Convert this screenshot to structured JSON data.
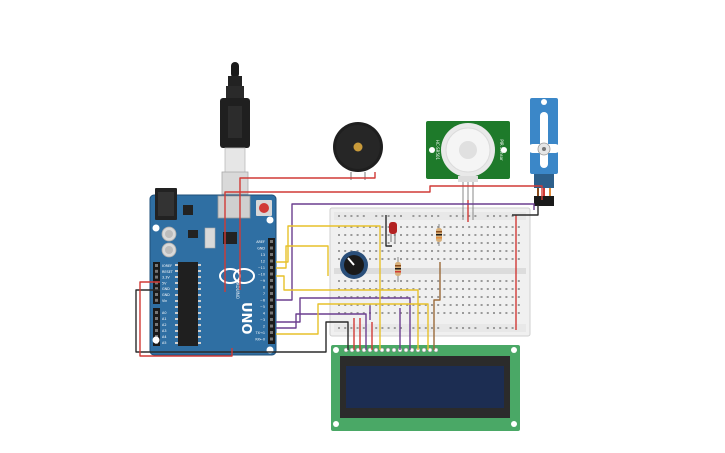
{
  "board": {
    "logo": "UNO",
    "brand": "ARDUINO",
    "top_pins": [
      "AREF",
      "GND",
      "13",
      "12",
      "~11",
      "~10",
      "~9",
      "8",
      "7",
      "~6",
      "~5",
      "4",
      "~3",
      "2",
      "TX→1",
      "RX←0"
    ],
    "power_pins": [
      "IOREF",
      "RESET",
      "3.3V",
      "5V",
      "GND",
      "GND",
      "Vin"
    ],
    "analog_pins": [
      "A0",
      "A1",
      "A2",
      "A3",
      "A4",
      "A5"
    ],
    "labels": {
      "power": "POWER",
      "analog": "ANALOG IN",
      "digital": "DIGITAL (PWM~)"
    }
  },
  "pir": {
    "left_label": "HC-SR501",
    "right_label": "PIR Sensor"
  },
  "colors": {
    "board": "#2f6fa3",
    "board_edge": "#1f4f7a",
    "pir_pcb": "#1e7a2a",
    "lcd_pcb": "#4aa866",
    "lcd_screen": "#1c2d52",
    "servo": "#3b87c8",
    "breadboard": "#f0f0f0",
    "wire_red": "#d13a36",
    "wire_black": "#2b2b2b",
    "wire_purple": "#6b3e8f",
    "wire_yellow": "#e7c12a",
    "wire_brown": "#9a6a3a",
    "wire_orange": "#e08a3a"
  },
  "components": {
    "usb_cable": "usb-cable-icon",
    "buzzer": "piezo-buzzer-icon",
    "pir": "pir-motion-sensor-icon",
    "servo": "micro-servo-icon",
    "potentiometer": "potentiometer-icon",
    "led": "red-led-icon",
    "resistor": "resistor-icon",
    "lcd": "lcd-16x2-icon"
  }
}
